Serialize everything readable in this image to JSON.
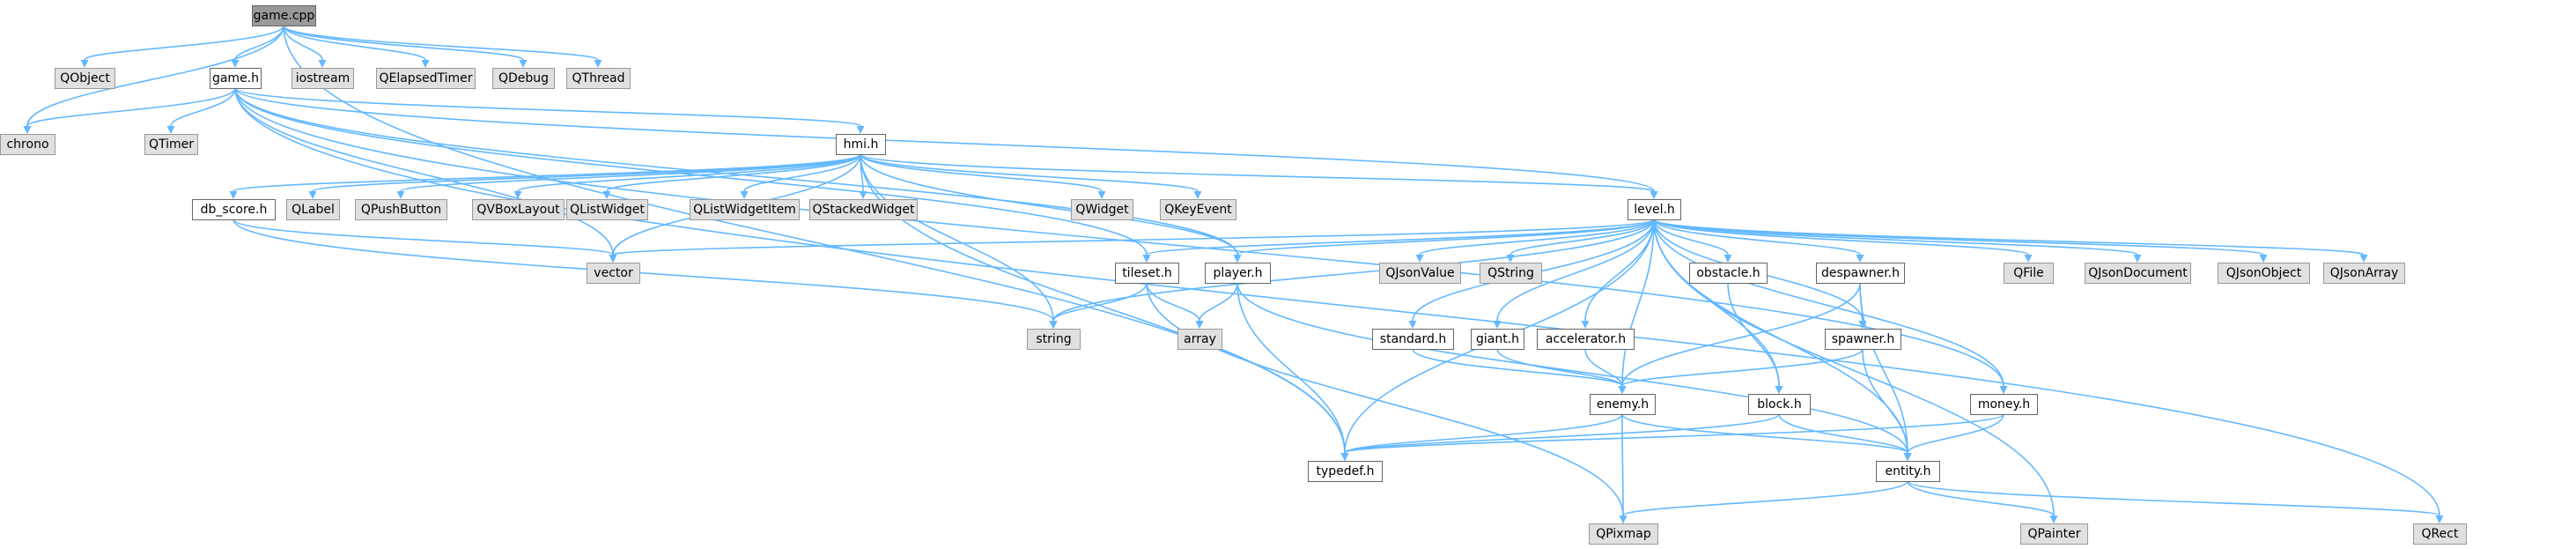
{
  "nodes": [
    {
      "id": "game_cpp",
      "label": "game.cpp",
      "kind": "root"
    },
    {
      "id": "chrono",
      "label": "chrono",
      "kind": "std"
    },
    {
      "id": "QObject",
      "label": "QObject",
      "kind": "std"
    },
    {
      "id": "game_h",
      "label": "game.h",
      "kind": "proj"
    },
    {
      "id": "iostream",
      "label": "iostream",
      "kind": "std"
    },
    {
      "id": "QElapsedTimer",
      "label": "QElapsedTimer",
      "kind": "std"
    },
    {
      "id": "QDebug",
      "label": "QDebug",
      "kind": "std"
    },
    {
      "id": "QThread",
      "label": "QThread",
      "kind": "std"
    },
    {
      "id": "QTimer",
      "label": "QTimer",
      "kind": "std"
    },
    {
      "id": "hmi_h",
      "label": "hmi.h",
      "kind": "proj"
    },
    {
      "id": "db_score_h",
      "label": "db_score.h",
      "kind": "proj"
    },
    {
      "id": "QLabel",
      "label": "QLabel",
      "kind": "std"
    },
    {
      "id": "QPushButton",
      "label": "QPushButton",
      "kind": "std"
    },
    {
      "id": "QVBoxLayout",
      "label": "QVBoxLayout",
      "kind": "std"
    },
    {
      "id": "QListWidget",
      "label": "QListWidget",
      "kind": "std"
    },
    {
      "id": "QListWidgetItem",
      "label": "QListWidgetItem",
      "kind": "std"
    },
    {
      "id": "QStackedWidget",
      "label": "QStackedWidget",
      "kind": "std"
    },
    {
      "id": "QWidget",
      "label": "QWidget",
      "kind": "std"
    },
    {
      "id": "QKeyEvent",
      "label": "QKeyEvent",
      "kind": "std"
    },
    {
      "id": "level_h",
      "label": "level.h",
      "kind": "proj"
    },
    {
      "id": "vector",
      "label": "vector",
      "kind": "std"
    },
    {
      "id": "tileset_h",
      "label": "tileset.h",
      "kind": "proj"
    },
    {
      "id": "player_h",
      "label": "player.h",
      "kind": "proj"
    },
    {
      "id": "QJsonValue",
      "label": "QJsonValue",
      "kind": "std"
    },
    {
      "id": "QString",
      "label": "QString",
      "kind": "std"
    },
    {
      "id": "obstacle_h",
      "label": "obstacle.h",
      "kind": "proj"
    },
    {
      "id": "despawner_h",
      "label": "despawner.h",
      "kind": "proj"
    },
    {
      "id": "QFile",
      "label": "QFile",
      "kind": "std"
    },
    {
      "id": "QJsonDocument",
      "label": "QJsonDocument",
      "kind": "std"
    },
    {
      "id": "QJsonObject",
      "label": "QJsonObject",
      "kind": "std"
    },
    {
      "id": "QJsonArray",
      "label": "QJsonArray",
      "kind": "std"
    },
    {
      "id": "string",
      "label": "string",
      "kind": "std"
    },
    {
      "id": "array",
      "label": "array",
      "kind": "std"
    },
    {
      "id": "standard_h",
      "label": "standard.h",
      "kind": "proj"
    },
    {
      "id": "giant_h",
      "label": "giant.h",
      "kind": "proj"
    },
    {
      "id": "accelerator_h",
      "label": "accelerator.h",
      "kind": "proj"
    },
    {
      "id": "spawner_h",
      "label": "spawner.h",
      "kind": "proj"
    },
    {
      "id": "block_h",
      "label": "block.h",
      "kind": "proj"
    },
    {
      "id": "enemy_h",
      "label": "enemy.h",
      "kind": "proj"
    },
    {
      "id": "money_h",
      "label": "money.h",
      "kind": "proj"
    },
    {
      "id": "typedef_h",
      "label": "typedef.h",
      "kind": "proj"
    },
    {
      "id": "entity_h",
      "label": "entity.h",
      "kind": "proj"
    },
    {
      "id": "QPixmap",
      "label": "QPixmap",
      "kind": "std"
    },
    {
      "id": "QPainter",
      "label": "QPainter",
      "kind": "std"
    },
    {
      "id": "QRect",
      "label": "QRect",
      "kind": "std"
    }
  ],
  "edges": [
    [
      "game_cpp",
      "chrono"
    ],
    [
      "game_cpp",
      "QObject"
    ],
    [
      "game_cpp",
      "game_h"
    ],
    [
      "game_cpp",
      "iostream"
    ],
    [
      "game_cpp",
      "QElapsedTimer"
    ],
    [
      "game_cpp",
      "QDebug"
    ],
    [
      "game_cpp",
      "QThread"
    ],
    [
      "game_cpp",
      "typedef_h"
    ],
    [
      "game_h",
      "chrono"
    ],
    [
      "game_h",
      "QTimer"
    ],
    [
      "game_h",
      "hmi_h"
    ],
    [
      "game_h",
      "vector"
    ],
    [
      "game_h",
      "level_h"
    ],
    [
      "game_h",
      "player_h"
    ],
    [
      "game_h",
      "tileset_h"
    ],
    [
      "game_h",
      "money_h"
    ],
    [
      "game_h",
      "QRect"
    ],
    [
      "hmi_h",
      "db_score_h"
    ],
    [
      "hmi_h",
      "QLabel"
    ],
    [
      "hmi_h",
      "QPushButton"
    ],
    [
      "hmi_h",
      "QVBoxLayout"
    ],
    [
      "hmi_h",
      "QListWidget"
    ],
    [
      "hmi_h",
      "QListWidgetItem"
    ],
    [
      "hmi_h",
      "QStackedWidget"
    ],
    [
      "hmi_h",
      "QWidget"
    ],
    [
      "hmi_h",
      "QKeyEvent"
    ],
    [
      "hmi_h",
      "level_h"
    ],
    [
      "hmi_h",
      "vector"
    ],
    [
      "hmi_h",
      "string"
    ],
    [
      "hmi_h",
      "player_h"
    ],
    [
      "hmi_h",
      "typedef_h"
    ],
    [
      "db_score_h",
      "vector"
    ],
    [
      "db_score_h",
      "string"
    ],
    [
      "level_h",
      "vector"
    ],
    [
      "level_h",
      "string"
    ],
    [
      "level_h",
      "tileset_h"
    ],
    [
      "level_h",
      "player_h"
    ],
    [
      "level_h",
      "QJsonValue"
    ],
    [
      "level_h",
      "QString"
    ],
    [
      "level_h",
      "obstacle_h"
    ],
    [
      "level_h",
      "despawner_h"
    ],
    [
      "level_h",
      "QFile"
    ],
    [
      "level_h",
      "QJsonDocument"
    ],
    [
      "level_h",
      "QJsonObject"
    ],
    [
      "level_h",
      "QJsonArray"
    ],
    [
      "level_h",
      "standard_h"
    ],
    [
      "level_h",
      "giant_h"
    ],
    [
      "level_h",
      "accelerator_h"
    ],
    [
      "level_h",
      "spawner_h"
    ],
    [
      "level_h",
      "block_h"
    ],
    [
      "level_h",
      "enemy_h"
    ],
    [
      "level_h",
      "money_h"
    ],
    [
      "level_h",
      "typedef_h"
    ],
    [
      "level_h",
      "entity_h"
    ],
    [
      "level_h",
      "QPainter"
    ],
    [
      "tileset_h",
      "string"
    ],
    [
      "tileset_h",
      "array"
    ],
    [
      "tileset_h",
      "QPixmap"
    ],
    [
      "player_h",
      "array"
    ],
    [
      "player_h",
      "typedef_h"
    ],
    [
      "player_h",
      "entity_h"
    ],
    [
      "obstacle_h",
      "block_h"
    ],
    [
      "despawner_h",
      "spawner_h"
    ],
    [
      "despawner_h",
      "enemy_h"
    ],
    [
      "despawner_h",
      "entity_h"
    ],
    [
      "standard_h",
      "enemy_h"
    ],
    [
      "giant_h",
      "enemy_h"
    ],
    [
      "accelerator_h",
      "enemy_h"
    ],
    [
      "spawner_h",
      "enemy_h"
    ],
    [
      "spawner_h",
      "entity_h"
    ],
    [
      "block_h",
      "typedef_h"
    ],
    [
      "block_h",
      "entity_h"
    ],
    [
      "enemy_h",
      "typedef_h"
    ],
    [
      "enemy_h",
      "entity_h"
    ],
    [
      "enemy_h",
      "QPixmap"
    ],
    [
      "money_h",
      "typedef_h"
    ],
    [
      "money_h",
      "entity_h"
    ],
    [
      "entity_h",
      "QPixmap"
    ],
    [
      "entity_h",
      "QPainter"
    ],
    [
      "entity_h",
      "QRect"
    ]
  ]
}
